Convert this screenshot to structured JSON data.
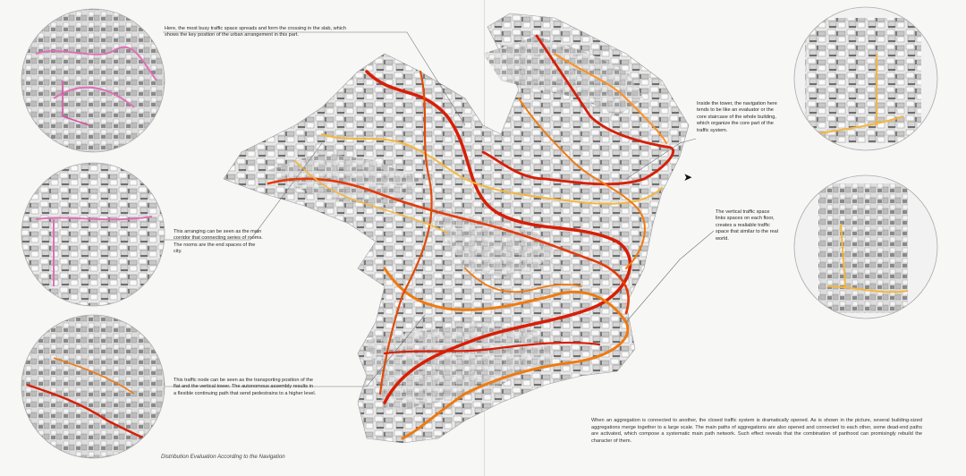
{
  "annotations": {
    "top_left": "Here, the most busy traffic space spreads and form the crossing in the slab, which shows the key position of the urban arrangement in this part.",
    "mid_left": "This arranging can be seen as the main corridor that connecting series of rooms. The rooms are the end spaces of the city.",
    "bottom_left": "This traffic node can be seen as the transporting position of the flat and the vertical tower. The autonomous assembly results in a flexible continuing path that send pedestrains to a higher level.",
    "top_right": "Inside the tower, the navigation here tends to be like an evaluator or the core staircase of the whole building, which organize the core part of the traffic system.",
    "mid_right": "The vertical traffic space links spaces on each floor, creates a realiable traffic space that similar to the real world."
  },
  "caption": "Distribution Evaluation According to the Navigation",
  "paragraph": "When an aggregation is connected to another, the closed traffic system is dramatically opened. As is shown in the picture, several building-sized aggregations merge together to a large scale. The main paths of aggregations are also opened and connected to each other, some dead-end paths are activated, which compose a systematic main path network. Such effect reveals that the combination of parthood can promisingly rebuild the character of them.",
  "colors": {
    "path_hot": "#d81e05",
    "path_warm": "#f07a10",
    "path_light": "#f5b640",
    "path_pink": "#e070b8",
    "block_light": "#e9e9e9",
    "block_mid": "#bdbdbd",
    "block_dark": "#6e6e6e"
  },
  "icons": [
    "cursor-arrow-icon"
  ]
}
